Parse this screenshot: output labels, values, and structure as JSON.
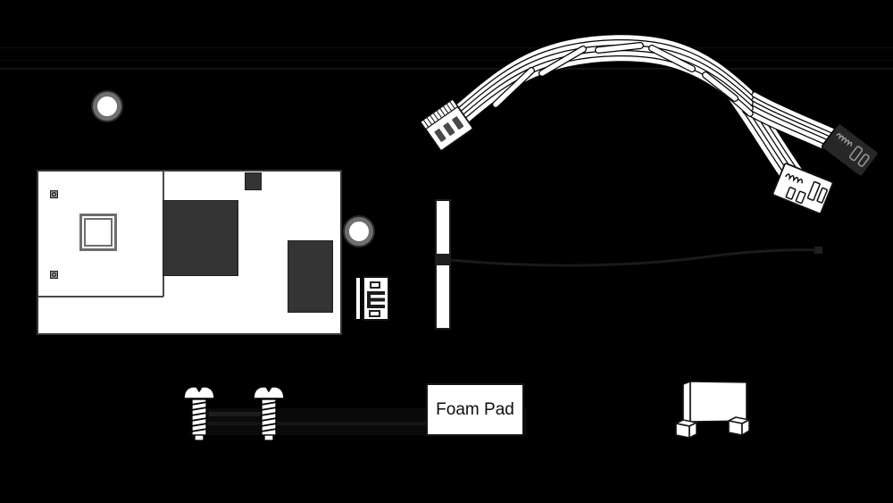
{
  "label_box": {
    "text": "Foam Pad"
  },
  "parts": {
    "ring_top": "rubber-grommet-ring",
    "ring_mid": "rubber-grommet-ring",
    "board": "circuit-board-module",
    "board_connector": "edge-connector",
    "antenna": "antenna-strip",
    "antenna_cable": "coax-pigtail-cable",
    "harness": "twisted-y-splitter-wire-harness",
    "harness_connector_left": "white-plug",
    "harness_connector_black": "black-plug",
    "harness_connector_white": "white-plug",
    "screw_left": "pan-head-screw",
    "screw_right": "pan-head-screw",
    "bracket": "mounting-bracket",
    "foam_pad": "foam-pad-label-box"
  },
  "colors": {
    "background": "#000000",
    "white_fill": "#ffffff",
    "outline_dark": "#161616",
    "chip_dark": "#343434",
    "ring_gray": "#6f6f6f",
    "connector_dark": "#272727",
    "leader_line": "#101010"
  }
}
